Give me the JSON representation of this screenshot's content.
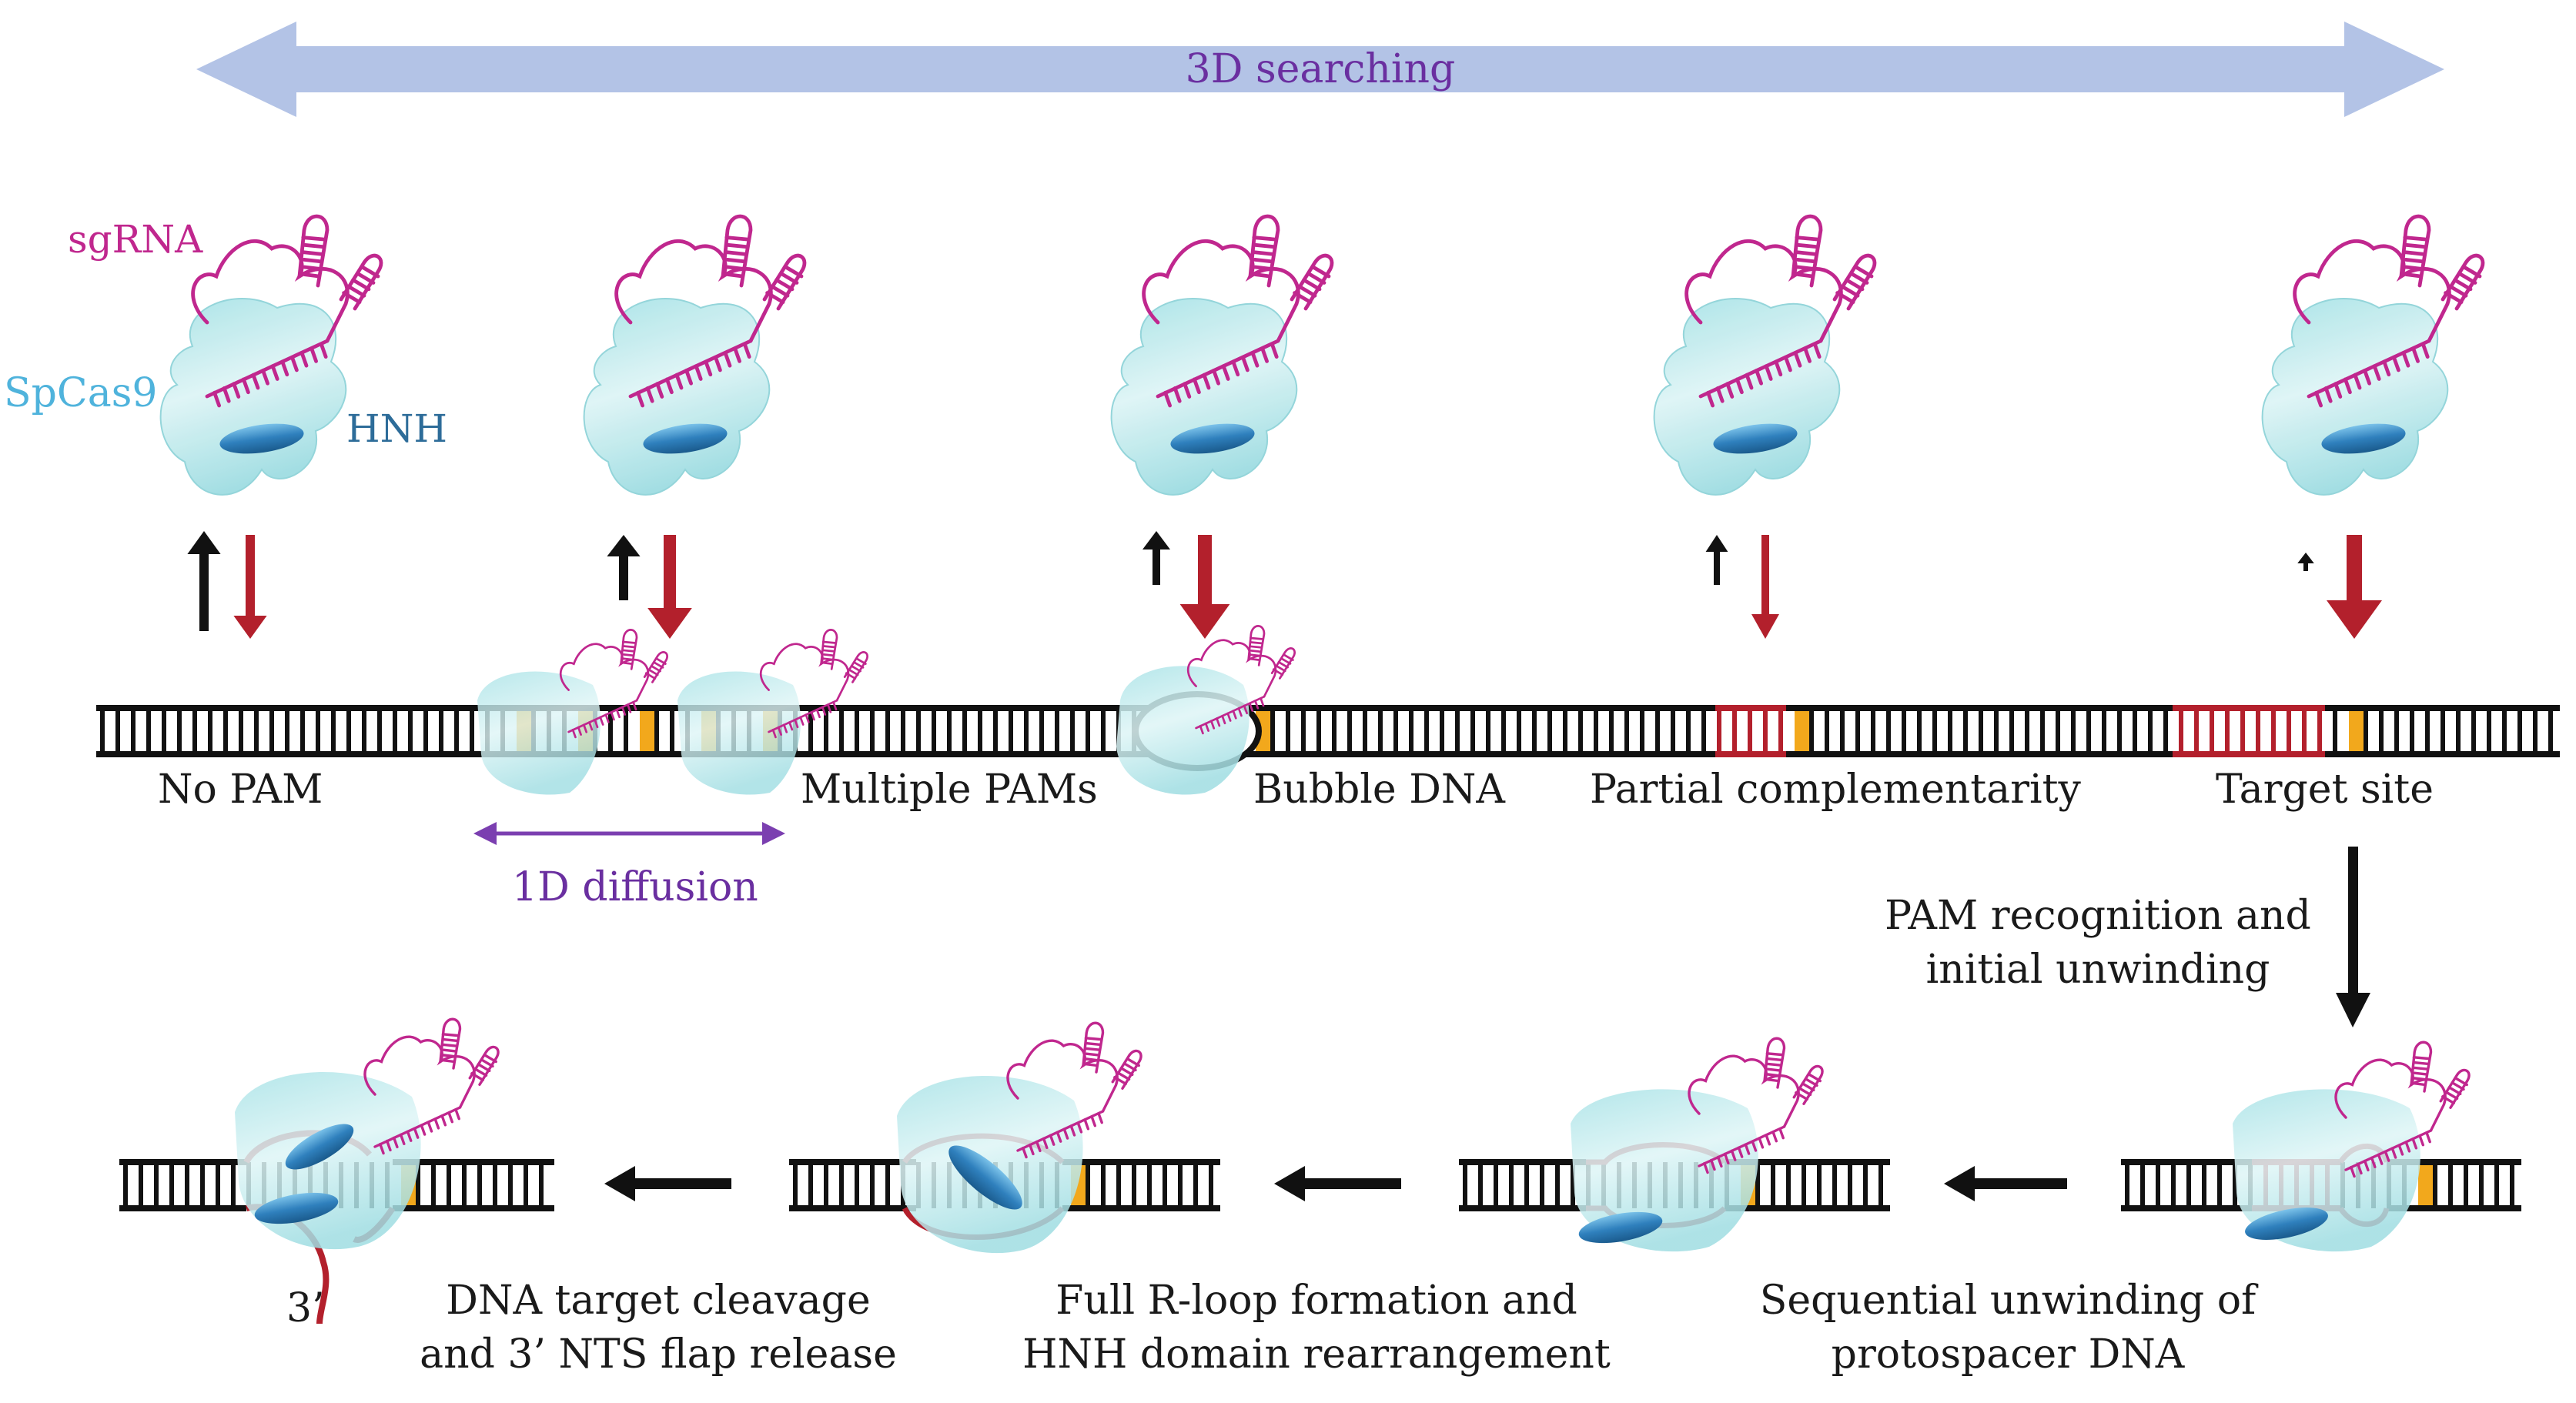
{
  "search_arrow": {
    "label": "3D searching",
    "color": "#b3c3e6",
    "label_color": "#6a2fa0"
  },
  "legend": {
    "sgrna": "sgRNA",
    "spcas9": "SpCas9",
    "hnh": "HNH"
  },
  "colors": {
    "protein": "#bde9ec",
    "sgrna": "#c0278e",
    "hnh": "#3a8ec9",
    "pam": "#f2a81c",
    "mismatch": "#b3202c",
    "dna": "#111111",
    "unbind_arrow": "#111111",
    "bind_arrow": "#b3202c"
  },
  "states": [
    {
      "label": "No PAM"
    },
    {
      "label": "Multiple PAMs"
    },
    {
      "label": "Bubble DNA"
    },
    {
      "label": "Partial complementarity"
    },
    {
      "label": "Target site"
    }
  ],
  "diffusion": {
    "label": "1D diffusion"
  },
  "recognition": {
    "label": "PAM recognition and\ninitial unwinding"
  },
  "steps": [
    {
      "label": "Sequential unwinding of\nprotospacer DNA"
    },
    {
      "label": "Full R-loop formation and\nHNH domain rearrangement"
    },
    {
      "label": "DNA target cleavage\nand 3’ NTS flap release"
    }
  ],
  "flap_end": "3’"
}
